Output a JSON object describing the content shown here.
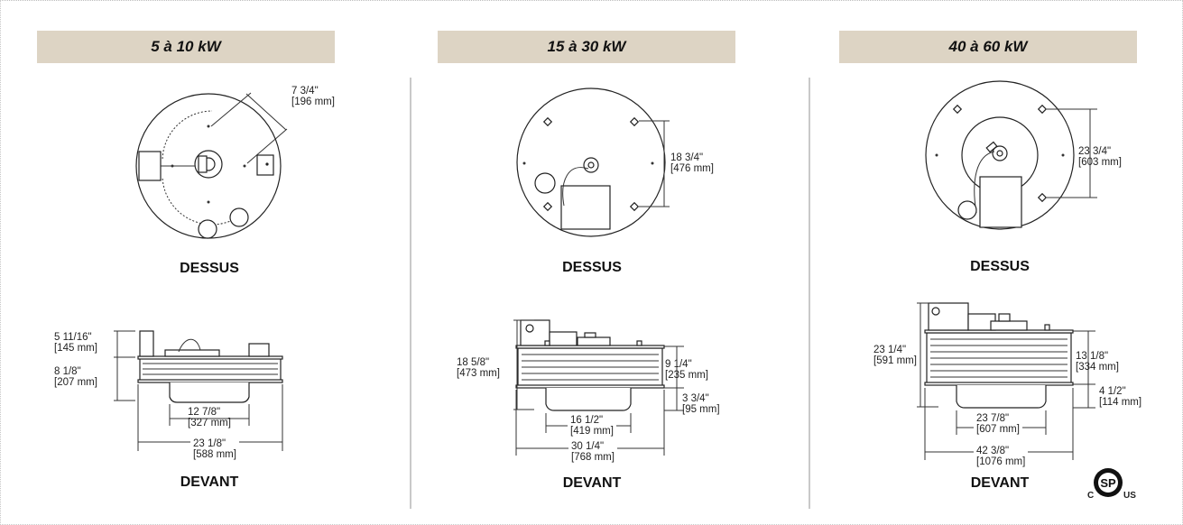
{
  "panels": [
    {
      "title": "5 à 10 kW",
      "top_label": "DESSUS",
      "front_label": "DEVANT",
      "dims": {
        "top_radius": [
          "7 3/4\"",
          "[196 mm]"
        ],
        "front_upper": [
          "5 11/16\"",
          "[145 mm]"
        ],
        "front_lower": [
          "8 1/8\"",
          "[207 mm]"
        ],
        "base_width": [
          "12 7/8\"",
          "[327 mm]"
        ],
        "total_width": [
          "23 1/8\"",
          "[588 mm]"
        ]
      }
    },
    {
      "title": "15 à 30 kW",
      "top_label": "DESSUS",
      "front_label": "DEVANT",
      "dims": {
        "top_spacing": [
          "18 3/4\"",
          "[476 mm]"
        ],
        "front_height": [
          "18 5/8\"",
          "[473 mm]"
        ],
        "coil_height": [
          "9 1/4\"",
          "[235 mm]"
        ],
        "base_height": [
          "3 3/4\"",
          "[95 mm]"
        ],
        "base_width": [
          "16 1/2\"",
          "[419 mm]"
        ],
        "total_width": [
          "30 1/4\"",
          "[768 mm]"
        ]
      }
    },
    {
      "title": "40 à 60 kW",
      "top_label": "DESSUS",
      "front_label": "DEVANT",
      "dims": {
        "top_spacing": [
          "23 3/4\"",
          "[603 mm]"
        ],
        "front_height": [
          "23 1/4\"",
          "[591 mm]"
        ],
        "coil_height": [
          "13 1/8\"",
          "[334 mm]"
        ],
        "base_height": [
          "4 1/2\"",
          "[114 mm]"
        ],
        "base_width": [
          "23 7/8\"",
          "[607 mm]"
        ],
        "total_width": [
          "42 3/8\"",
          "[1076 mm]"
        ]
      }
    }
  ],
  "certification": {
    "left": "C",
    "right": "US",
    "icon": "csa-logo-icon"
  }
}
